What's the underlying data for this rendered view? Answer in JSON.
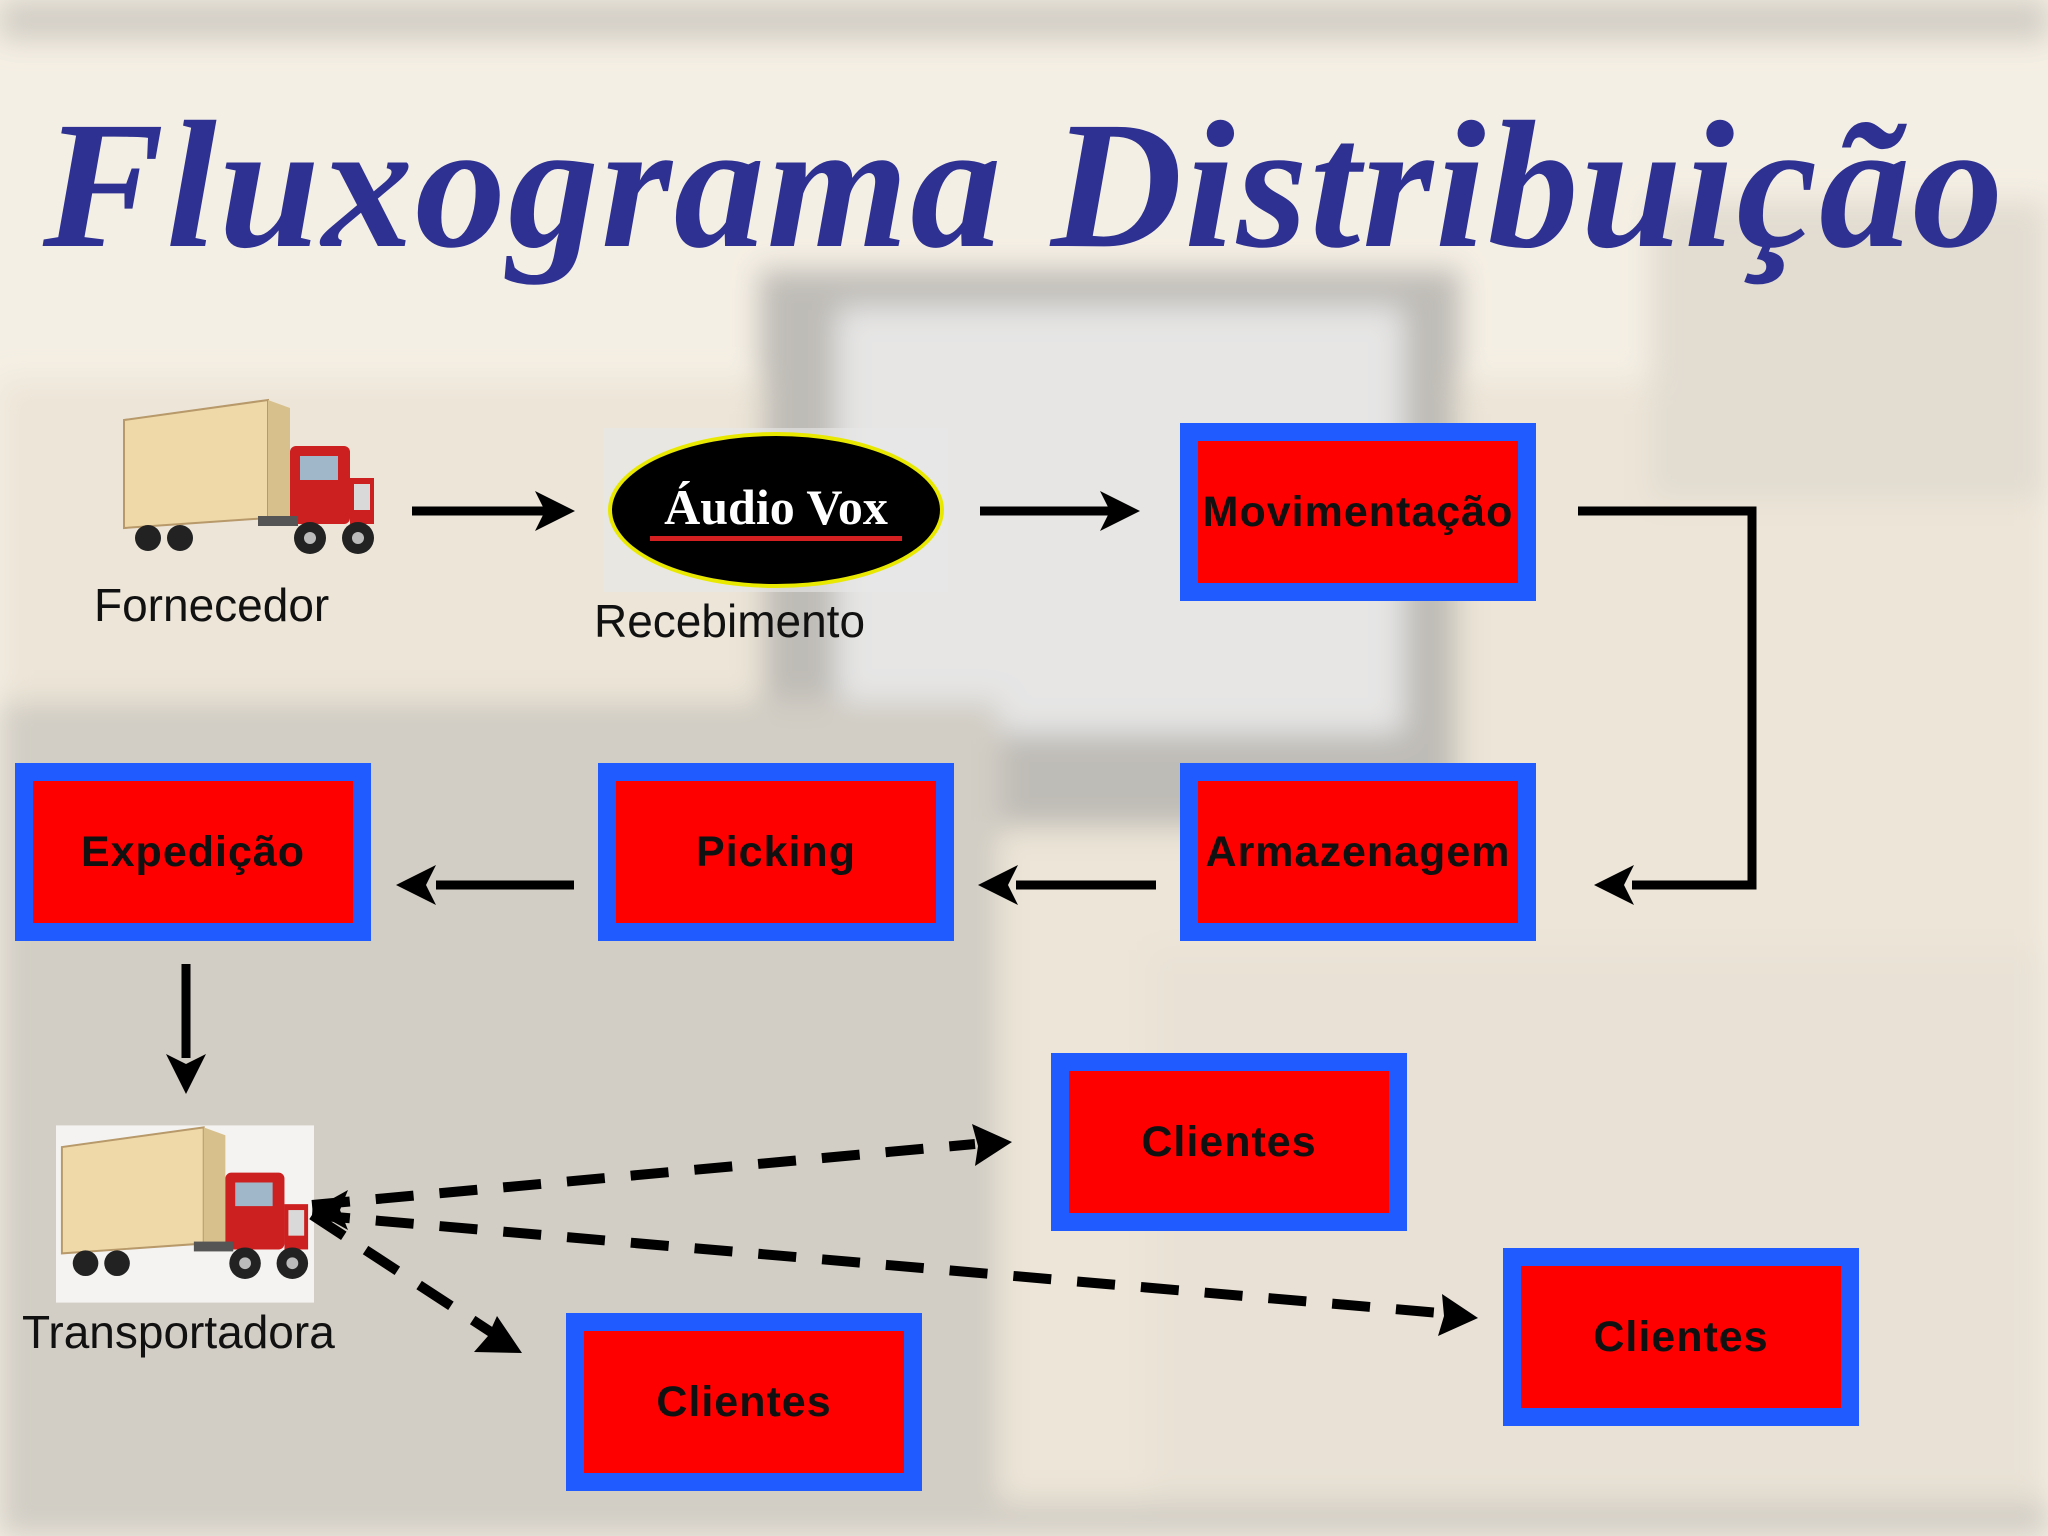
{
  "title": "Fluxograma Distribuição",
  "logo": {
    "text": "Áudio Vox"
  },
  "captions": {
    "supplier": "Fornecedor",
    "receiving": "Recebimento",
    "carrier": "Transportadora"
  },
  "steps": {
    "movement": "Movimentação",
    "storage": "Armazenagem",
    "picking": "Picking",
    "shipping": "Expedição",
    "client_1": "Clientes",
    "client_2": "Clientes",
    "client_3": "Clientes"
  },
  "colors": {
    "title": "#2e3192",
    "box_border": "#1f5bff",
    "box_fill": "#ff0000",
    "arrow": "#000000"
  },
  "icons": [
    "truck-icon",
    "logo"
  ]
}
